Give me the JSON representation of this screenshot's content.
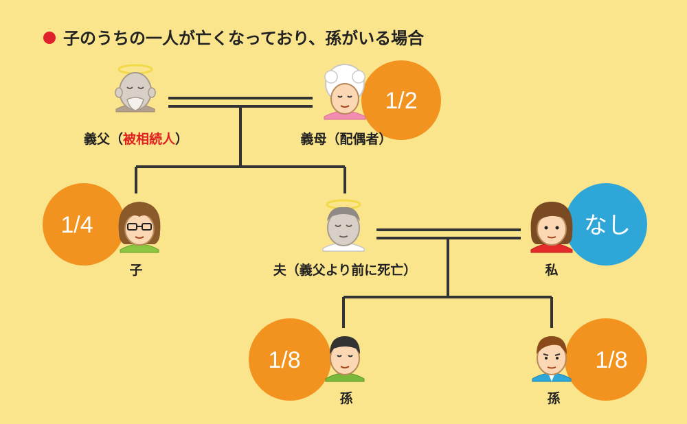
{
  "title": "子のうちの一人が亡くなっており、孫がいる場合",
  "colors": {
    "background": "#fbe58c",
    "bullet": "#e0202a",
    "share_orange": "#f2921f",
    "share_blue": "#2ea6d8",
    "line": "#333333",
    "highlight_red": "#e02020"
  },
  "people": {
    "father_in_law": {
      "name": "義父",
      "open": "（",
      "highlight": "被相続人",
      "close": "）",
      "icon": "deceased-old-man-icon"
    },
    "mother_in_law": {
      "label": "義母（配偶者）",
      "share": "1/2",
      "icon": "old-woman-icon"
    },
    "child": {
      "label": "子",
      "share": "1/4",
      "icon": "woman-glasses-icon"
    },
    "husband": {
      "label": "夫（義父より前に死亡）",
      "icon": "deceased-man-icon"
    },
    "me": {
      "label": "私",
      "share": "なし",
      "icon": "woman-icon"
    },
    "grandchild_1": {
      "label": "孫",
      "share": "1/8",
      "icon": "boy-icon"
    },
    "grandchild_2": {
      "label": "孫",
      "share": "1/8",
      "icon": "boy-suit-icon"
    }
  }
}
